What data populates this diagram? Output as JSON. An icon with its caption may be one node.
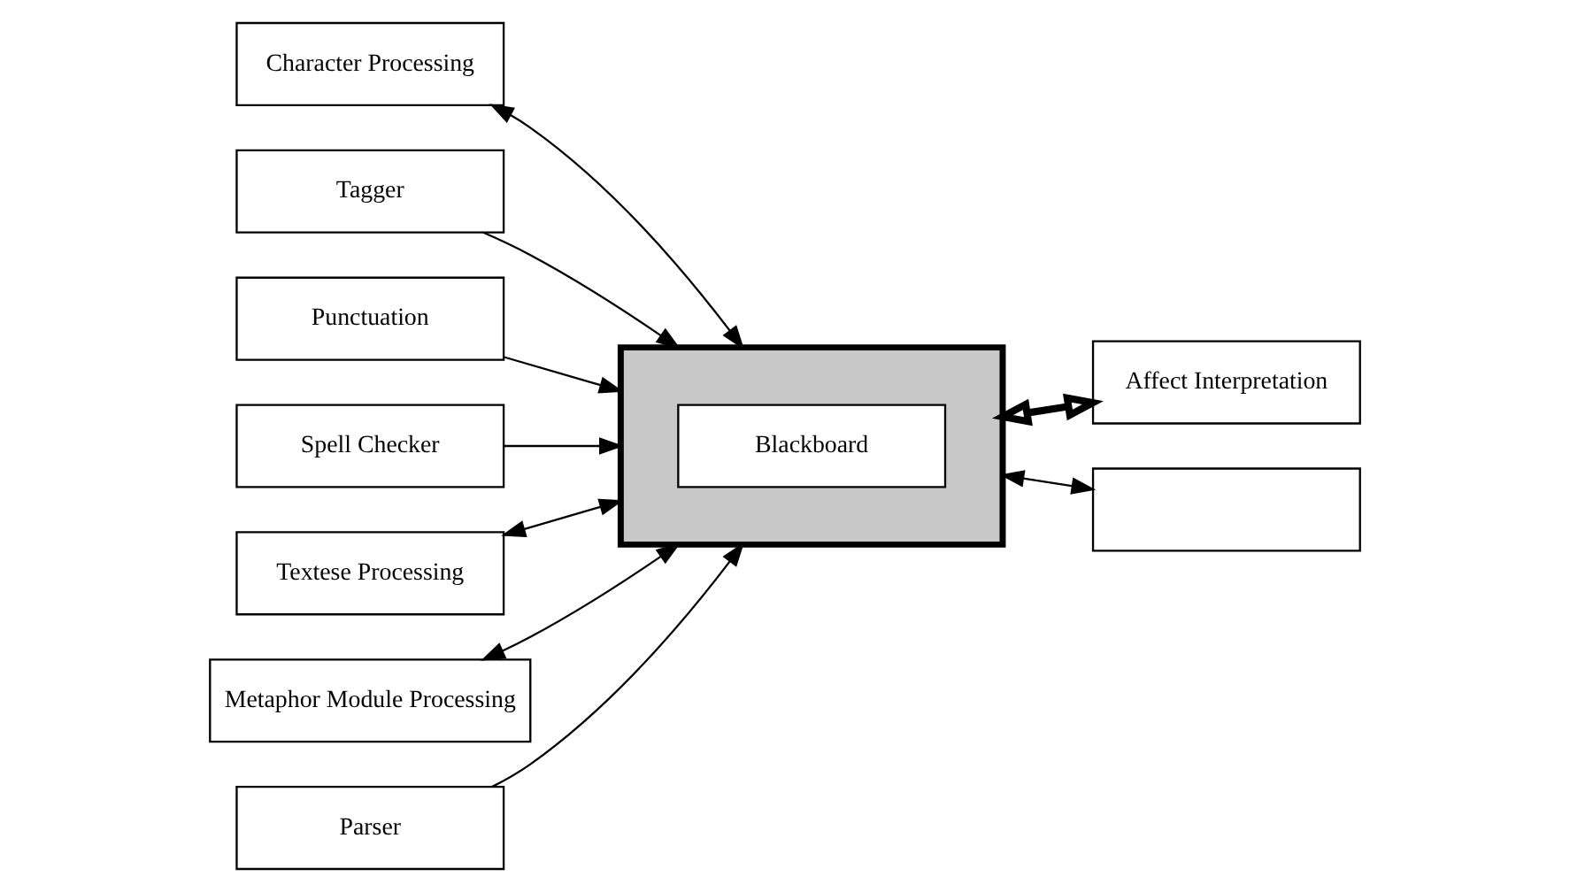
{
  "diagram": {
    "nodes": [
      {
        "text": [
          "Character Processing"
        ]
      },
      {
        "text": [
          "Tagger"
        ]
      },
      {
        "text": [
          "Punctuation"
        ]
      },
      {
        "text": [
          "Spell Checker"
        ]
      },
      {
        "text": [
          "Textese Processing"
        ]
      },
      {
        "text": [
          "Metaphor Module Processing"
        ]
      },
      {
        "text": [
          "Parser"
        ]
      },
      {
        "text": [],
        "shape": "box"
      },
      {
        "text": [
          "Blackboard"
        ],
        "in": 7
      },
      {
        "text": [
          "Affect Interpretation"
        ]
      },
      {
        "text": [],
        "shape": "box"
      }
    ],
    "edges": [
      {
        "from": 0,
        "to": 7,
        "arrow": "both"
      },
      {
        "from": 1,
        "to": 7,
        "arrow": "to"
      },
      {
        "from": 2,
        "to": 7,
        "arrow": "to"
      },
      {
        "from": 3,
        "to": 7,
        "arrow": "to"
      },
      {
        "from": 4,
        "to": 7,
        "arrow": "both"
      },
      {
        "from": 5,
        "to": 7,
        "arrow": "both"
      },
      {
        "from": 6,
        "to": 7,
        "arrow": "to"
      },
      {
        "from": 7,
        "to": 9,
        "arrow": "both",
        "style": "thick"
      },
      {
        "from": 7,
        "to": 10,
        "arrow": "both"
      }
    ]
  }
}
